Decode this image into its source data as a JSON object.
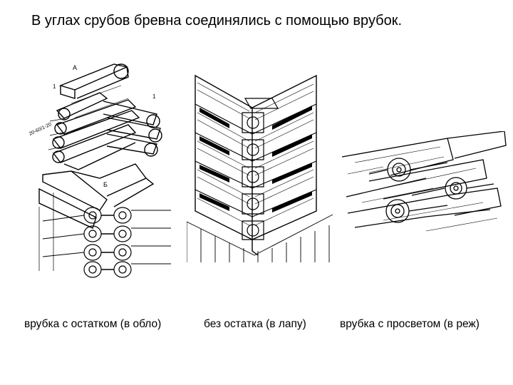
{
  "slide": {
    "title": "В углах срубов бревна соединялись с помощью врубок."
  },
  "figures": [
    {
      "caption": "врубка с остатком (в обло)",
      "labels": {
        "top": "А",
        "bottom": "Б",
        "part": "1",
        "dim": "20-60/1-20"
      }
    },
    {
      "caption": "без остатка (в лапу)"
    },
    {
      "caption": "врубка с просветом (в реж)"
    }
  ]
}
